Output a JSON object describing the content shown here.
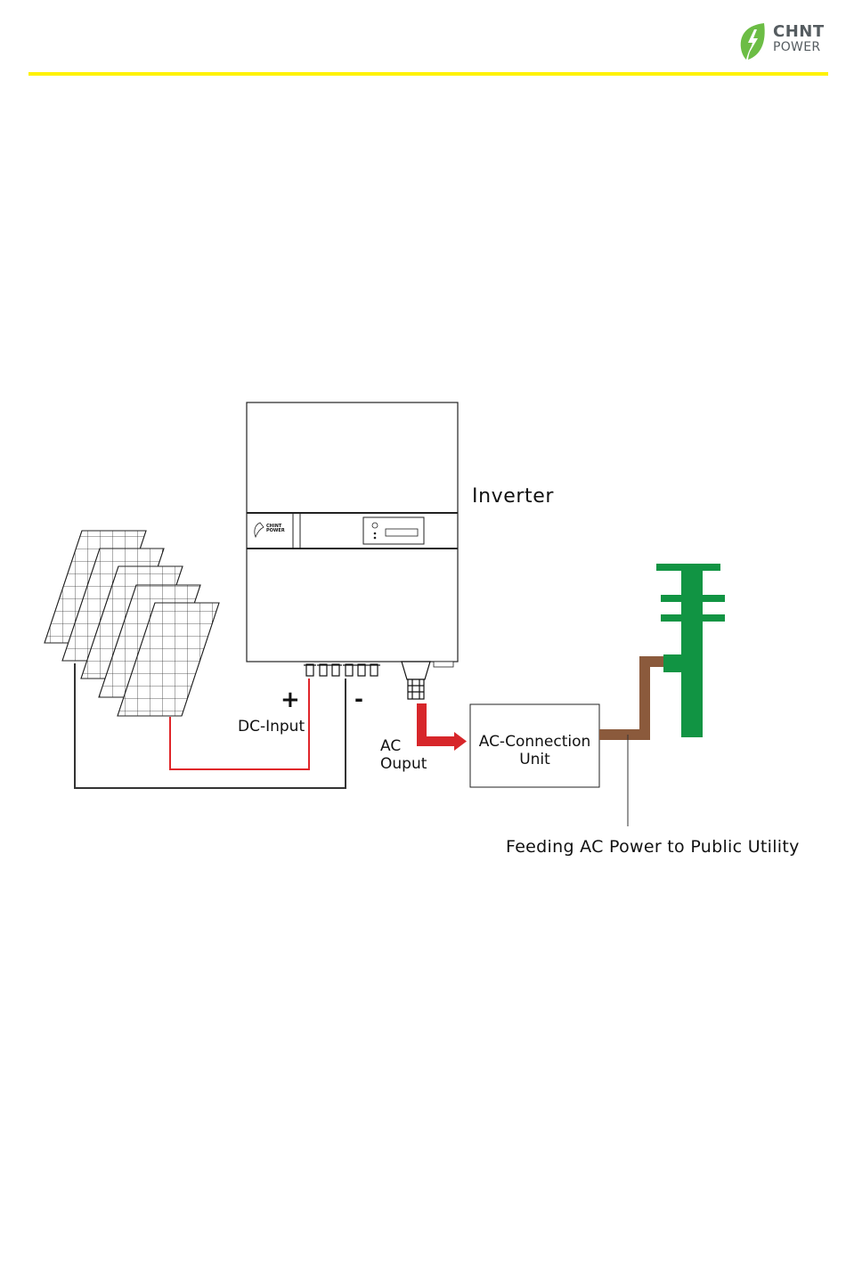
{
  "brand": {
    "name_line1": "CHNT",
    "name_line2": "POWER",
    "accent_color": "#fff200",
    "leaf_color": "#6cbd45"
  },
  "diagram": {
    "inverter_label": "Inverter",
    "inverter_badge_line1": "CHINT",
    "inverter_badge_line2": "POWER",
    "plus_sign": "+",
    "minus_sign": "-",
    "dc_input_label": "DC-Input",
    "ac_output_line1": "AC",
    "ac_output_line2": "Ouput",
    "ac_connection_line1": "AC-Connection",
    "ac_connection_line2": "Unit",
    "feeding_label": "Feeding AC Power to Public Utility",
    "colors": {
      "dc_positive": "#e0262a",
      "ac_arrow": "#d7262a",
      "utility_cable": "#8b5a3c",
      "utility_pole": "#119443"
    }
  }
}
